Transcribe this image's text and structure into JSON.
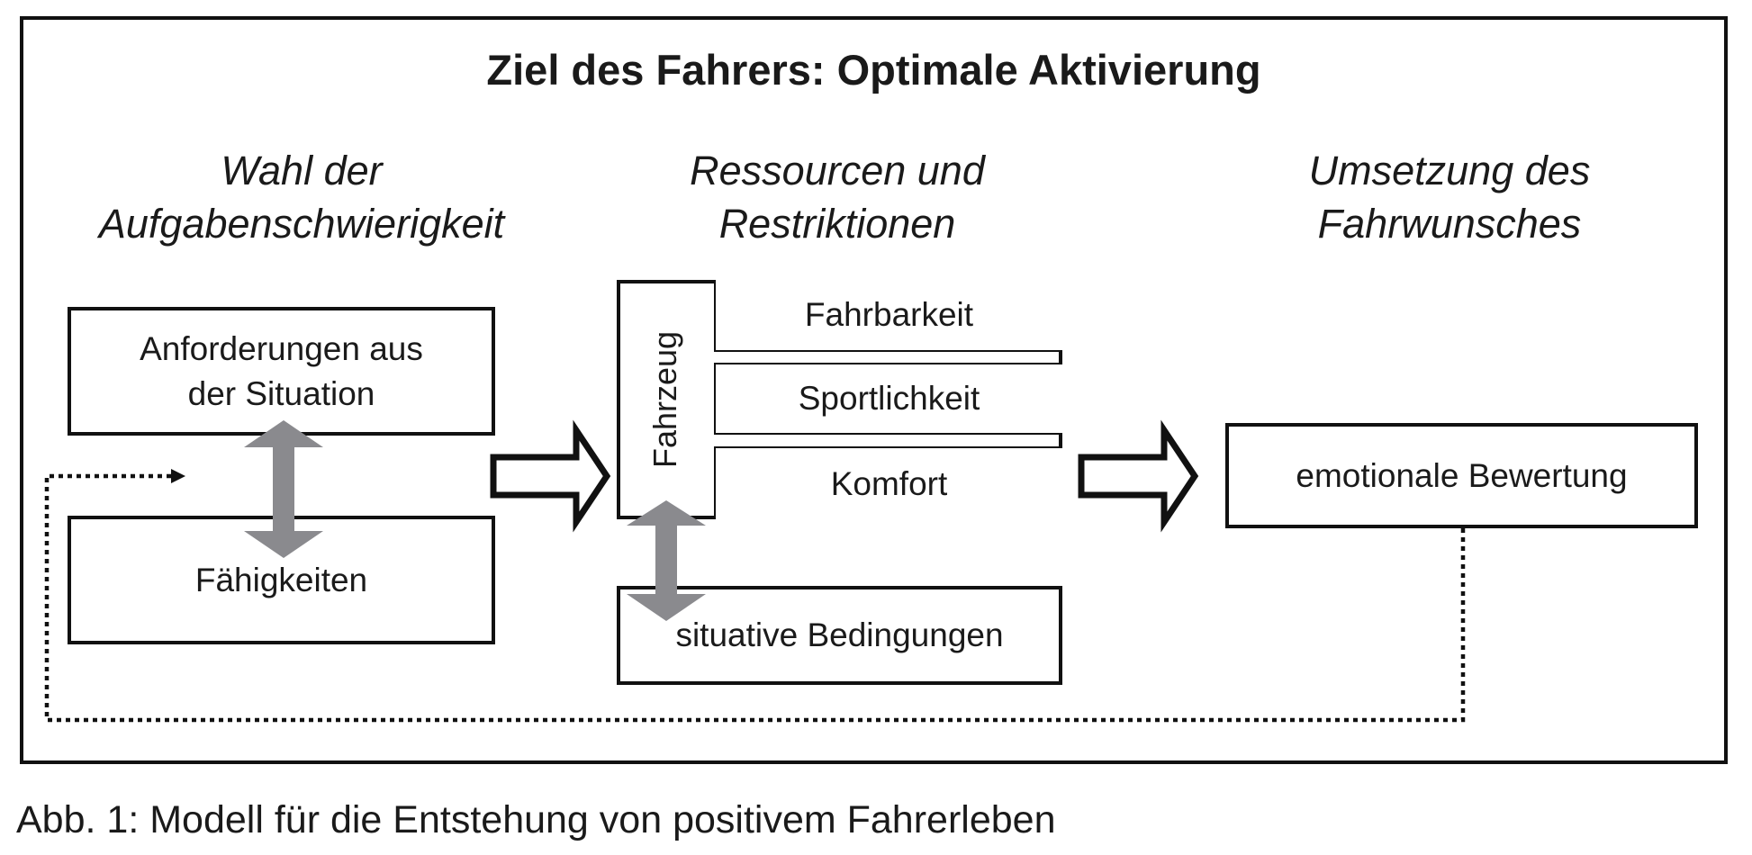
{
  "title": "Ziel des Fahrers: Optimale Aktivierung",
  "columns": {
    "left": [
      "Wahl der",
      "Aufgabenschwierigkeit"
    ],
    "middle": [
      "Ressourcen und",
      "Restriktionen"
    ],
    "right": [
      "Umsetzung des",
      "Fahrwunsches"
    ]
  },
  "boxes": {
    "anforderungen": [
      "Anforderungen aus",
      "der Situation"
    ],
    "faehigkeiten": "Fähigkeiten",
    "fahrzeug": "Fahrzeug",
    "fahrzeug_items": [
      "Fahrbarkeit",
      "Sportlichkeit",
      "Komfort"
    ],
    "situative": "situative Bedingungen",
    "bewertung": "emotionale Bewertung"
  },
  "caption": "Abb. 1: Modell für die Entstehung von positivem Fahrerleben",
  "colors": {
    "line": "#111111",
    "double_arrow": "#8a8a8e"
  }
}
